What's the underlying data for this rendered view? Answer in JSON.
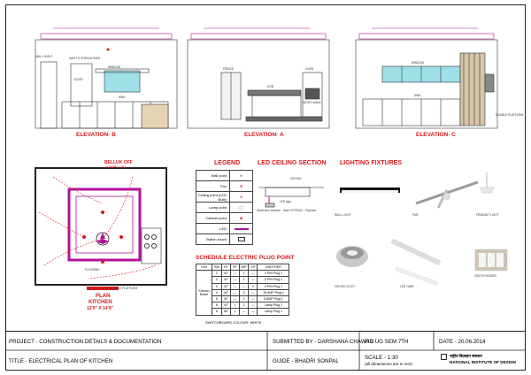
{
  "elevations": [
    {
      "title": "ELEVATION- B",
      "labels": [
        "WINDOW",
        "DOOR",
        "SINK",
        "WALL SHELF",
        "MAP TO STRENGTHEN"
      ]
    },
    {
      "title": "ELEVATION- A",
      "labels": [
        "FRIDGE",
        "OVEN",
        "HOB",
        "MICRO-WAVE"
      ]
    },
    {
      "title": "ELEVATION- C",
      "labels": [
        "WINDOW",
        "SINK",
        "DOUBLE PLATFORM"
      ]
    }
  ],
  "plan": {
    "title_line1": "PLAN",
    "title_line2": "KITCHEN",
    "dimensions": "12'0\" X 14'9\"",
    "ceiling_note": "BELLUK OFF",
    "ceiling_sub": "(LINTEL LVL)",
    "flooring_label": "FLOORING",
    "double_platform_label": "DOUBLE PLATFORM"
  },
  "legend": {
    "title": "LEGEND",
    "items": [
      "Wall point",
      "Fan",
      "Ceiling point (LED Bulb)",
      "Lamp point",
      "Cabinet point",
      "LED",
      "Switch board"
    ]
  },
  "led_section": {
    "title": "LED CEILING SECTION",
    "labels": [
      "CEILING",
      "LED light",
      "Aluminium channel",
      "5mm GYPSUM",
      "Plywood"
    ]
  },
  "lighting_fixtures": {
    "title": "LIGHTING FIXTURES",
    "captions": [
      "WALL LIGHT",
      "FAN",
      "PENDANT LIGHT",
      "CEILING LIGHT",
      "LED TUBE",
      "SWITCH BOARD"
    ]
  },
  "schedule": {
    "title": "SCHEDULE ELECTRIC PLUG POINT",
    "headers": [
      "Unit",
      "S/B",
      "HT",
      "FP",
      "WP",
      "CP",
      "ANOTHER"
    ],
    "unit_label": "Kitchen Room",
    "rows": [
      [
        "1",
        "42\"",
        "—",
        "1",
        "—",
        "3 PIN Plug 1"
      ],
      [
        "2",
        "42\"",
        "—",
        "1",
        "—",
        "5 PIN Plug 1"
      ],
      [
        "3",
        "42\"",
        "—",
        "—",
        "2",
        "3 PIN Plug 1"
      ],
      [
        "4",
        "42\"",
        "—",
        "4",
        "—",
        "15 AMP Plug 1"
      ],
      [
        "5",
        "42\"",
        "—",
        "1",
        "—",
        "5 AMP Plug 1"
      ],
      [
        "6",
        "42\"",
        "1",
        "1",
        "—",
        "Lamp Plug 1"
      ],
      [
        "6",
        "55\"",
        "1",
        "—",
        "—",
        "Lamp Plug 1"
      ]
    ],
    "note": "SWITCHBOARD COLOUR: WHITE"
  },
  "title_block": {
    "project": "PROJECT -  CONSTRUCTION DETAILS & DOCUMENTATION",
    "title": "TITLE - ELECTRICAL PLAN OF  KITCHEN",
    "submitted_by": "SUBMITTED BY - DARSHANA CHAWAN",
    "guide": "GUIDE - BHADRI SONPAL",
    "course": "FID UG SEM 7TH",
    "date": "DATE - 20.06.2014",
    "scale": "SCALE - 1:30",
    "scale_note": "(all dimensions are in mm)",
    "institute_hindi": "राष्ट्रीय डिज़ाइन संस्थान",
    "institute": "NATIONAL INSTITUTE OF DESIGN"
  },
  "colors": {
    "accent_red": "#d7191c",
    "magenta": "#b0129b",
    "purple": "#7b1fa2",
    "teal": "#9fe0e8"
  }
}
